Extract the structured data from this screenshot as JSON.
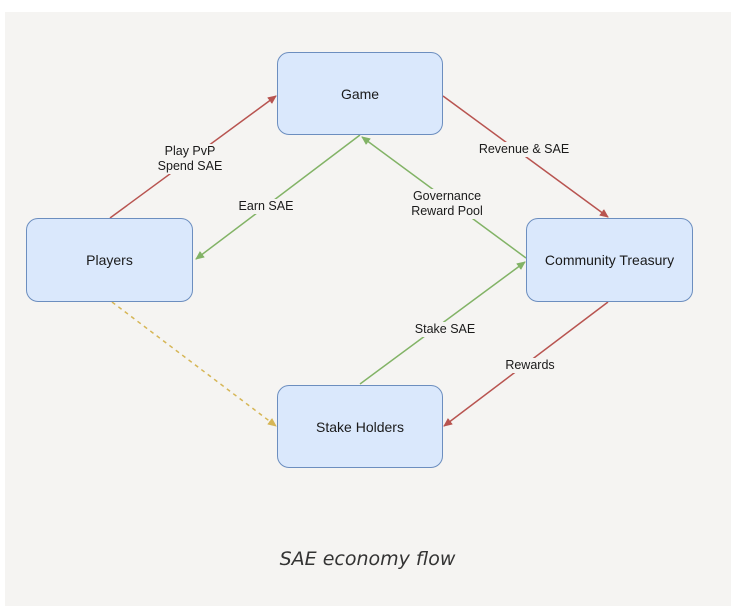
{
  "nodes": {
    "game": "Game",
    "players": "Players",
    "community_treasury": "Community Treasury",
    "stake_holders": "Stake Holders"
  },
  "edges": {
    "play_pvp": "Play PvP\nSpend SAE",
    "earn_sae": "Earn SAE",
    "revenue": "Revenue & SAE",
    "governance": "Governance\nReward Pool",
    "stake_sae": "Stake SAE",
    "rewards": "Rewards"
  },
  "caption": "SAE economy flow",
  "colors": {
    "node_fill": "#dae8fc",
    "node_stroke": "#6c8ebf",
    "red_arrow": "#b85450",
    "green_arrow": "#82b366",
    "yellow_arrow": "#d6b656"
  }
}
